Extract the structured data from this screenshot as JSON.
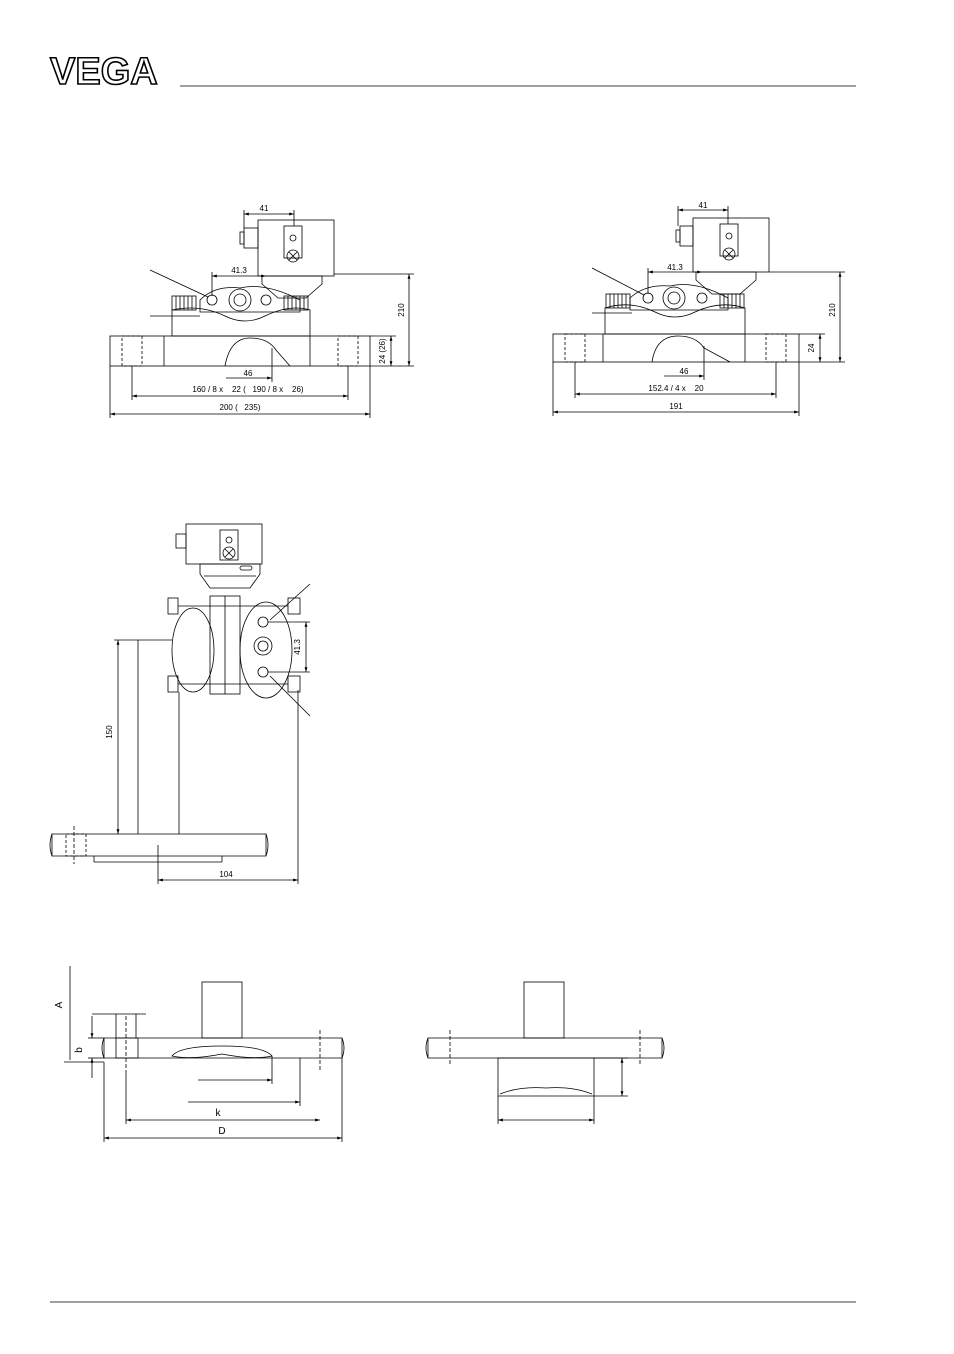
{
  "header": {
    "logo_text": "VEGA"
  },
  "drawing_1": {
    "dim_top": "41",
    "dim_mid": "41.3",
    "dim_height": "210",
    "dim_thickness": "24 (26)",
    "dim_inner": "46",
    "dim_bolt": "160 / 8 x    22 (   190 / 8 x    26)",
    "dim_outer": "200 (   235)"
  },
  "drawing_2": {
    "dim_top": "41",
    "dim_mid": "41.3",
    "dim_height": "210",
    "dim_thickness": "24",
    "dim_inner": "46",
    "dim_bolt": "152.4 / 4 x    20",
    "dim_outer": "191"
  },
  "drawing_3": {
    "dim_vertical": "41.3",
    "dim_height": "150",
    "dim_width": "104"
  },
  "drawing_4": {
    "label_a": "A",
    "label_b": "b",
    "label_k": "k",
    "label_d": "D"
  }
}
